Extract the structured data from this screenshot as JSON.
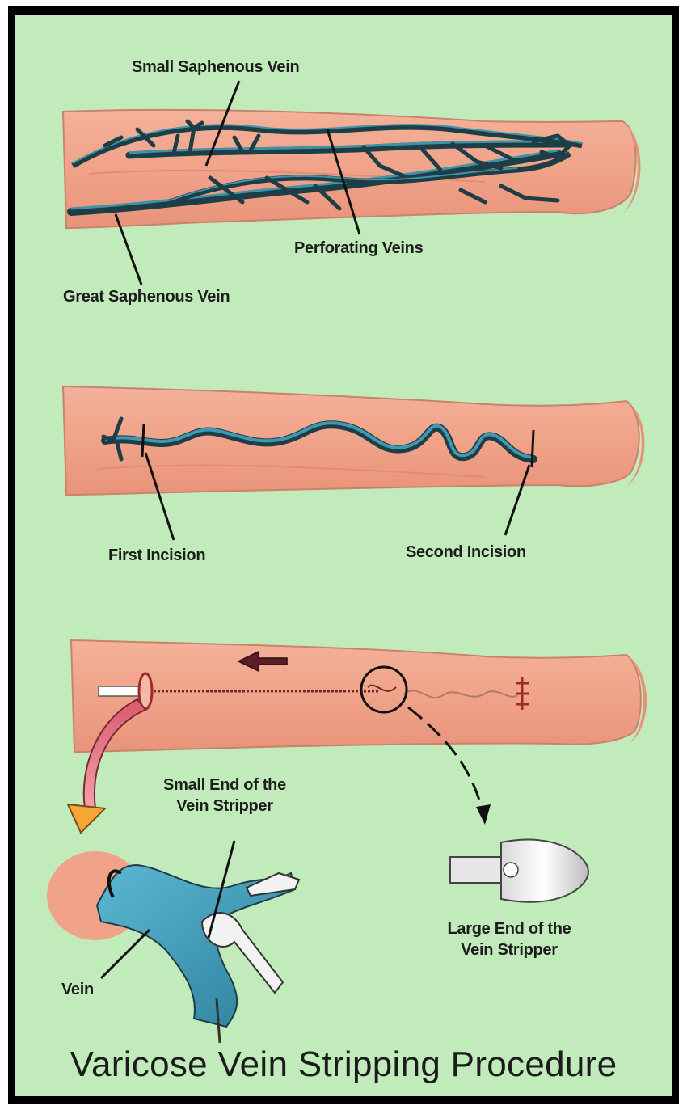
{
  "labels": {
    "small_saphenous": "Small Saphenous Vein",
    "perforating": "Perforating Veins",
    "great_saphenous": "Great Saphenous Vein",
    "first_incision": "First Incision",
    "second_incision": "Second Incision",
    "small_end_line1": "Small End of the",
    "small_end_line2": "Vein Stripper",
    "large_end_line1": "Large End of the",
    "large_end_line2": "Vein Stripper",
    "vein": "Vein"
  },
  "title": "Varicose Vein Stripping Procedure",
  "colors": {
    "background": "#c2ebbb",
    "frame": "#000000",
    "skin": "#f0a389",
    "vein": "#2f8aa0",
    "arrow_red": "#c85a6a",
    "arrow_orange": "#f5a634"
  }
}
